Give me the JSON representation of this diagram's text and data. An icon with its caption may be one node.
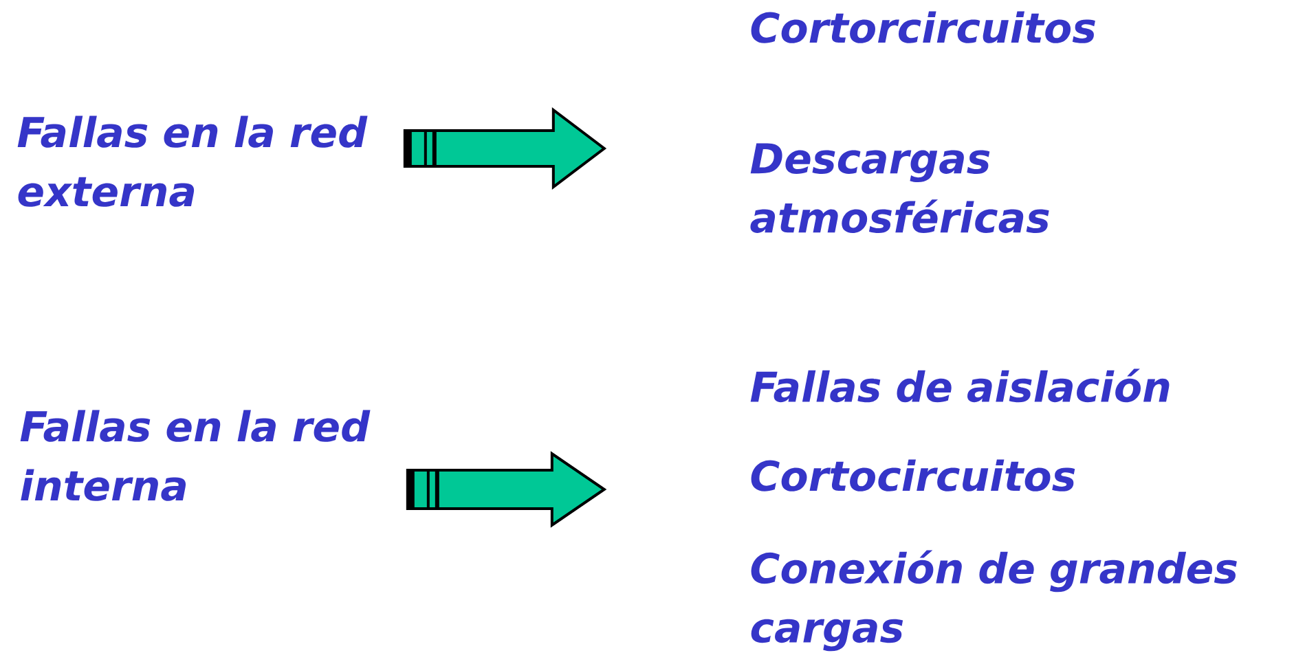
{
  "diagram": {
    "nodes": [
      {
        "text": [
          "Fallas en la red externa"
        ]
      },
      {
        "text": [
          "Cortorcircuitos"
        ]
      },
      {
        "text": [
          "Descargas atmosféricas"
        ]
      },
      {
        "text": [
          "Fallas en la red interna"
        ]
      },
      {
        "text": [
          "Fallas de aislación"
        ]
      },
      {
        "text": [
          "Cortocircuitos"
        ]
      },
      {
        "text": [
          "Conexión de grandes cargas"
        ]
      }
    ],
    "edges": [
      {
        "from": 0,
        "to": null,
        "arrow": "to"
      },
      {
        "from": 3,
        "to": null,
        "arrow": "to"
      }
    ]
  }
}
